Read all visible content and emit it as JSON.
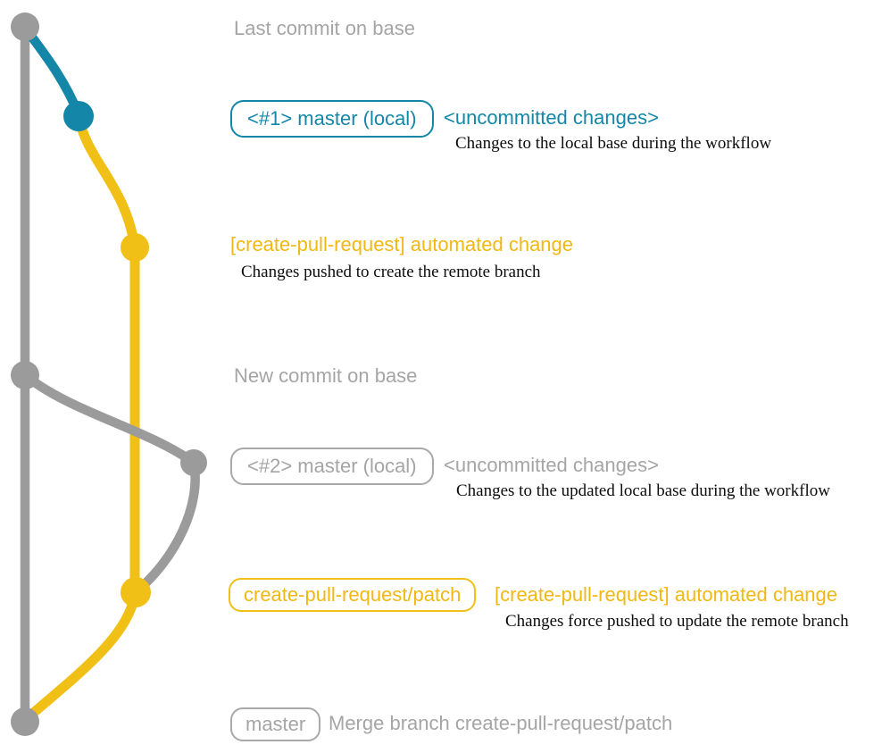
{
  "colors": {
    "teal": "#1487a8",
    "yellow": "#f1c017",
    "gray": "#9b9b9b",
    "gray_text": "#a5a5a5",
    "desc_text": "#0d0d0d",
    "background": "#ffffff"
  },
  "annotations": {
    "last_commit": "Last commit on base",
    "row1": {
      "badge": "<#1> master (local)",
      "heading": "<uncommitted changes>",
      "desc": "Changes to the local base during the workflow"
    },
    "row2": {
      "heading": "[create-pull-request] automated change",
      "desc": "Changes pushed to create the remote branch"
    },
    "new_commit": "New commit on base",
    "row3": {
      "badge": "<#2> master (local)",
      "heading": "<uncommitted changes>",
      "desc": "Changes to the updated local base during the workflow"
    },
    "row4": {
      "badge": "create-pull-request/patch",
      "heading": "[create-pull-request] automated change",
      "desc": "Changes force pushed to update the remote branch"
    },
    "row5": {
      "badge": "master",
      "heading": "Merge branch create-pull-request/patch"
    }
  },
  "graph": {
    "branches": [
      {
        "name": "base",
        "color_key": "gray"
      },
      {
        "name": "master-local-uncommitted",
        "color_key": "teal"
      },
      {
        "name": "create-pull-request/patch",
        "color_key": "yellow"
      }
    ],
    "commits": [
      {
        "id": "last-commit-on-base",
        "branch": "base",
        "color_key": "gray",
        "label": "Last commit on base"
      },
      {
        "id": "uncommitted-1",
        "branch": "master-local-uncommitted",
        "color_key": "teal",
        "label": "<#1> master (local)"
      },
      {
        "id": "automated-change-1",
        "branch": "create-pull-request/patch",
        "color_key": "yellow",
        "label": "[create-pull-request] automated change"
      },
      {
        "id": "new-commit-on-base",
        "branch": "base",
        "color_key": "gray",
        "label": "New commit on base"
      },
      {
        "id": "uncommitted-2",
        "branch": "master-local-uncommitted",
        "color_key": "gray",
        "label": "<#2> master (local)"
      },
      {
        "id": "automated-change-2",
        "branch": "create-pull-request/patch",
        "color_key": "yellow",
        "label": "create-pull-request/patch"
      },
      {
        "id": "merge-commit",
        "branch": "base",
        "color_key": "gray",
        "label": "Merge branch create-pull-request/patch"
      }
    ]
  }
}
